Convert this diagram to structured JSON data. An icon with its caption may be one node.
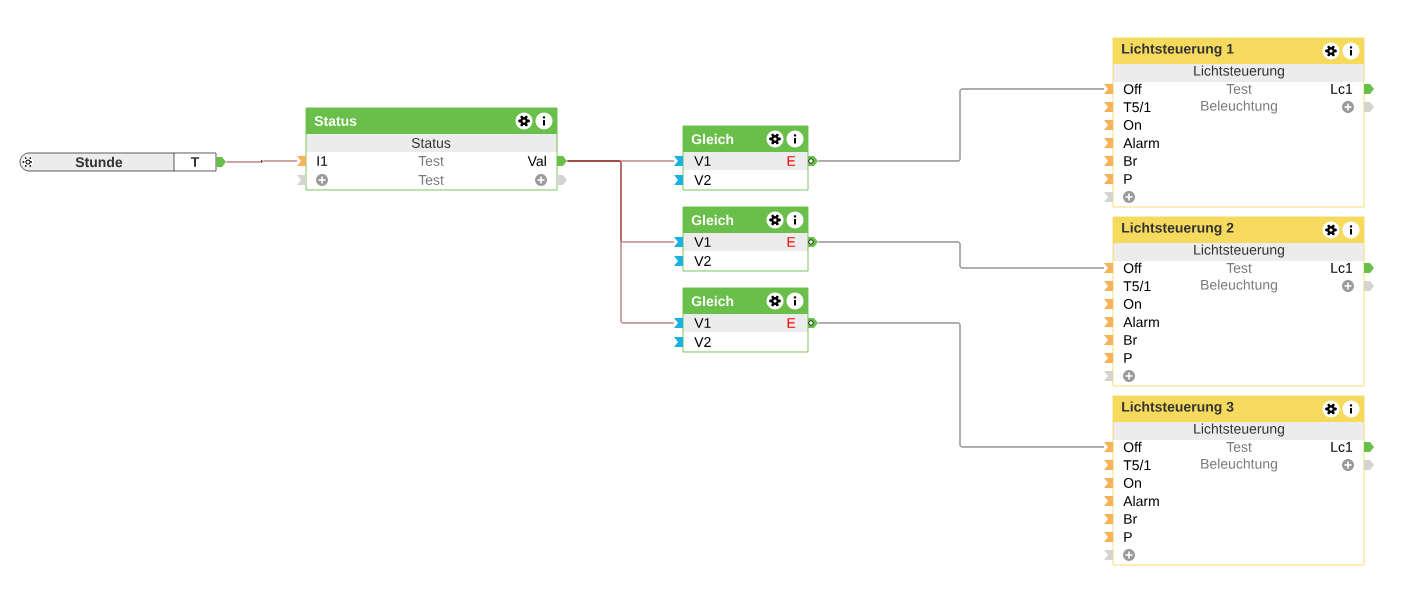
{
  "diagram": {
    "nodes": [
      {
        "text": [
          "Stunde",
          "T"
        ]
      },
      {
        "text": [
          "Status",
          "Status",
          "I1",
          "Test",
          "Val",
          "Test"
        ]
      },
      {
        "text": [
          "Gleich",
          "V1",
          "E",
          "V2"
        ]
      },
      {
        "text": [
          "Gleich",
          "V1",
          "E",
          "V2"
        ]
      },
      {
        "text": [
          "Gleich",
          "V1",
          "E",
          "V2"
        ]
      },
      {
        "text": [
          "Lichtsteuerung 1",
          "Lichtsteuerung",
          "Off",
          "Test",
          "Lc1",
          "T5/1",
          "Beleuchtung",
          "On",
          "Alarm",
          "Br",
          "P"
        ]
      },
      {
        "text": [
          "Lichtsteuerung 2",
          "Lichtsteuerung",
          "Off",
          "Test",
          "Lc1",
          "T5/1",
          "Beleuchtung",
          "On",
          "Alarm",
          "Br",
          "P"
        ]
      },
      {
        "text": [
          "Lichtsteuerung 3",
          "Lichtsteuerung",
          "Off",
          "Test",
          "Lc1",
          "T5/1",
          "Beleuchtung",
          "On",
          "Alarm",
          "Br",
          "P"
        ]
      }
    ],
    "edges": [
      {
        "from": 0,
        "to": 1,
        "arrow": "none"
      },
      {
        "from": 1,
        "to": 2,
        "arrow": "none"
      },
      {
        "from": 1,
        "to": 3,
        "arrow": "none"
      },
      {
        "from": 1,
        "to": 4,
        "arrow": "none"
      },
      {
        "from": 2,
        "to": 5,
        "arrow": "none",
        "color": "#333333"
      },
      {
        "from": 3,
        "to": 6,
        "arrow": "none",
        "color": "#333333"
      },
      {
        "from": 4,
        "to": 7,
        "arrow": "none",
        "color": "#333333"
      }
    ]
  }
}
